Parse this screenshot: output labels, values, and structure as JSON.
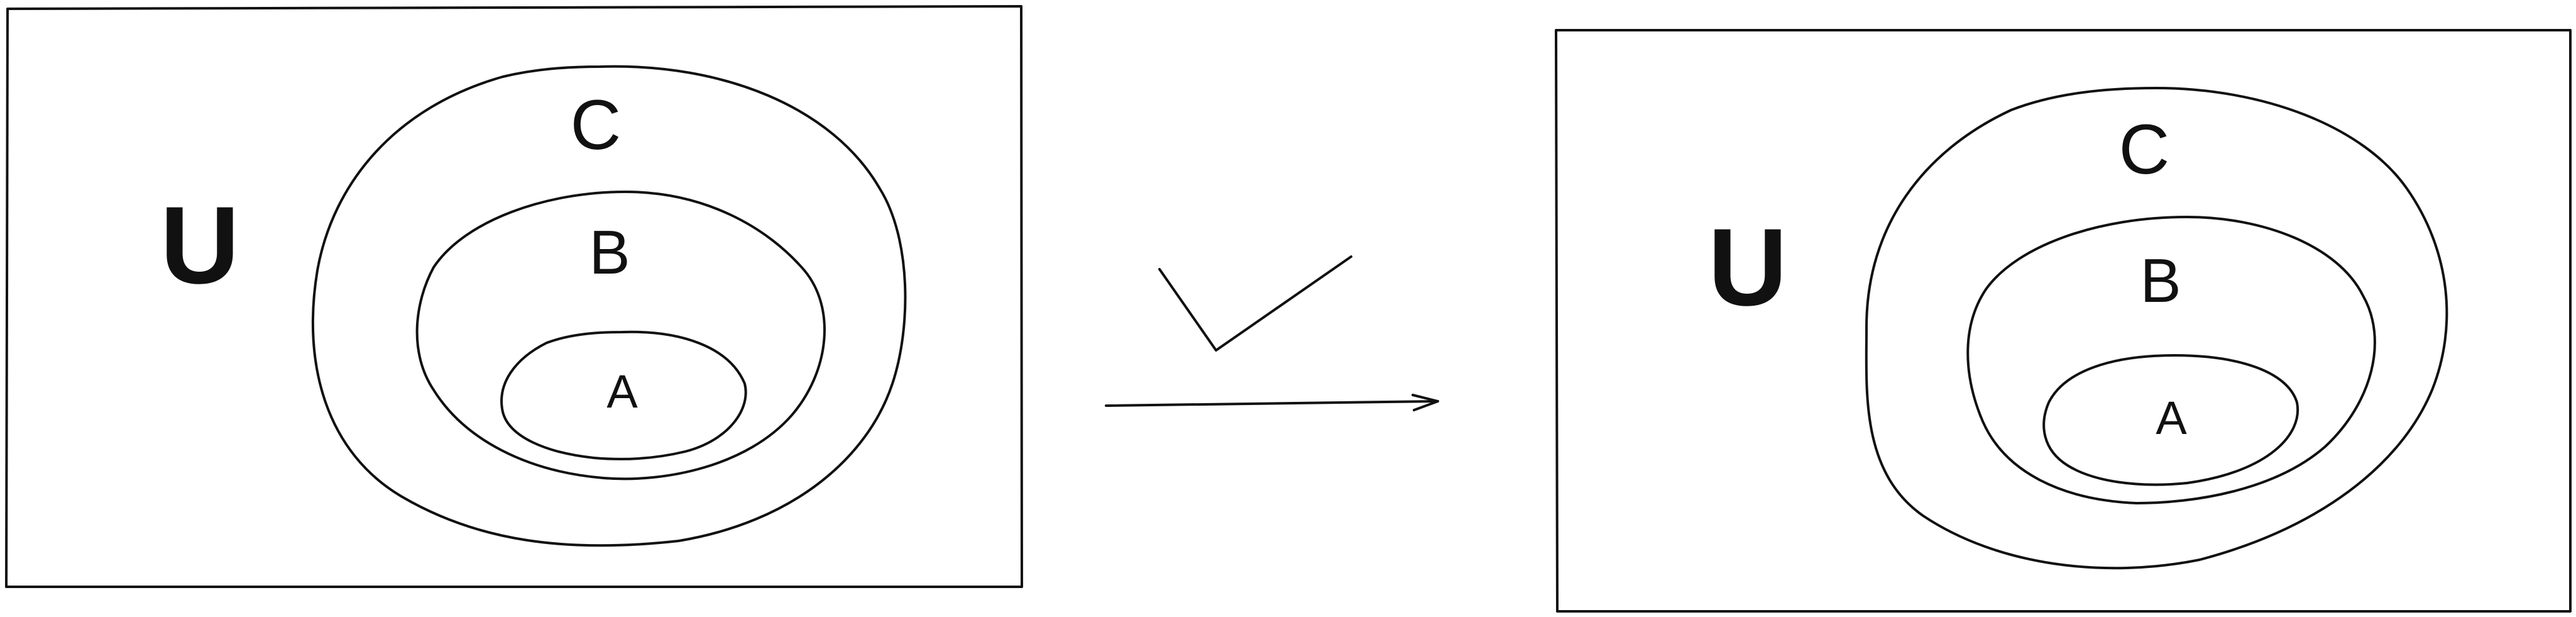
{
  "diagram": {
    "left": {
      "universe_label": "U",
      "sets": [
        {
          "label": "C"
        },
        {
          "label": "B"
        },
        {
          "label": "A"
        }
      ]
    },
    "right": {
      "universe_label": "U",
      "sets": [
        {
          "label": "C"
        },
        {
          "label": "B"
        },
        {
          "label": "A"
        }
      ]
    }
  }
}
